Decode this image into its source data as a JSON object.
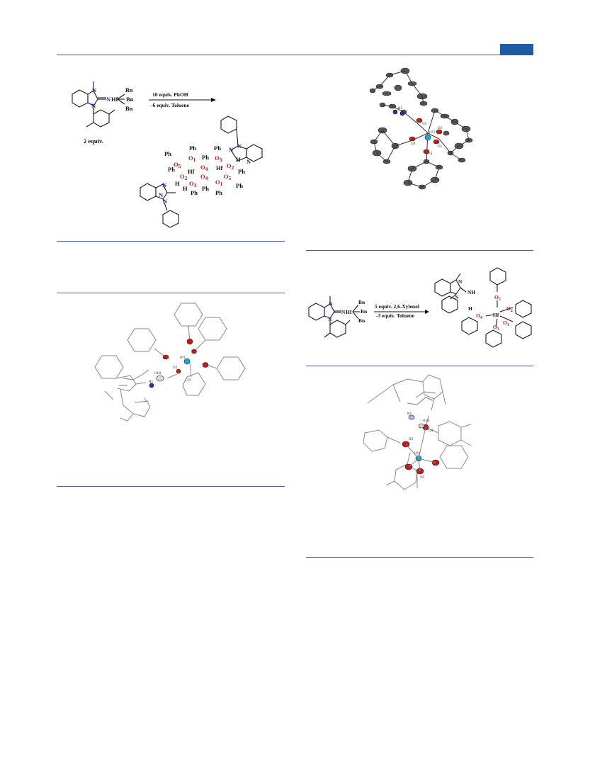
{
  "header": {
    "accent_color": "#1f5aa5"
  },
  "scheme1": {
    "hf_center": "Hf",
    "bn": "Bn",
    "n_label": "N",
    "nh_label": "N",
    "reagent_line1": "10 equiv. PhOH",
    "reagent_line2": "-6 equiv. Toluene",
    "equiv_label": "2 equiv.",
    "ph": "Ph",
    "o1": "O",
    "o2": "O",
    "o3": "O",
    "o4": "O",
    "o5": "O",
    "sub1": "1",
    "sub2": "2",
    "sub3": "3",
    "sub4": "4",
    "sub5": "5",
    "h": "H",
    "hf": "Hf"
  },
  "scheme2": {
    "reagent_line1": "5 equiv. 2,6-Xylenol",
    "reagent_line2": "-3 equiv. Toluene",
    "bn": "Bn",
    "hf": "Hf",
    "n_label": "N",
    "nh": "NH",
    "h": "H",
    "o": "O",
    "sub1": "1",
    "sub2": "2",
    "sub3": "3",
    "sub4": "4",
    "sub5": "5"
  },
  "xray1": {
    "labels": [
      "HF1",
      "O5",
      "O2",
      "O4",
      "O1",
      "O3",
      "N1"
    ]
  },
  "xray2": {
    "labels": [
      "Hf1",
      "O2",
      "N1",
      "H1B",
      "C2F"
    ]
  },
  "xray3": {
    "labels": [
      "N1",
      "H1A",
      "O4",
      "O5",
      "Hf1",
      "O3"
    ]
  },
  "colors": {
    "hafnium": "#1aa6d6",
    "oxygen": "#c21b1b",
    "nitrogen": "#2a2f9a",
    "carbon": "#7c7c7c"
  }
}
